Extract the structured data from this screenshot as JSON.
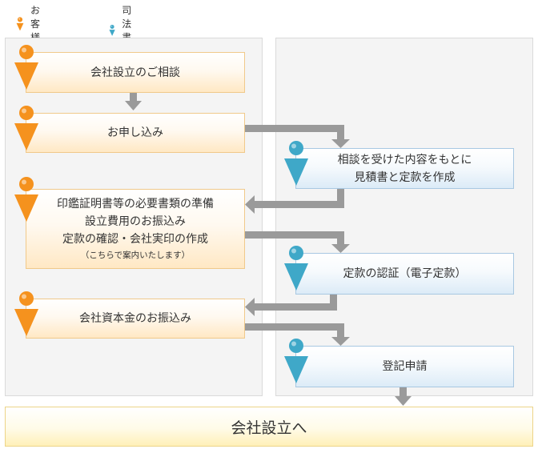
{
  "legend": {
    "client": "お客様",
    "scrivener": "司法書士"
  },
  "colors": {
    "client": "#f5921e",
    "scrivener": "#3fa8c8",
    "arrow": "#9a9a9a"
  },
  "steps": [
    {
      "role": "client",
      "lines": [
        "会社設立のご相談"
      ]
    },
    {
      "role": "client",
      "lines": [
        "お申し込み"
      ]
    },
    {
      "role": "scrivener",
      "lines": [
        "相談を受けた内容をもとに",
        "見積書と定款を作成"
      ]
    },
    {
      "role": "client",
      "lines": [
        "印鑑証明書等の必要書類の準備",
        "設立費用のお振込み",
        "定款の確認・会社実印の作成"
      ],
      "note": "（こちらで案内いたします）"
    },
    {
      "role": "scrivener",
      "lines": [
        "定款の認証（電子定款）"
      ]
    },
    {
      "role": "client",
      "lines": [
        "会社資本金のお振込み"
      ]
    },
    {
      "role": "scrivener",
      "lines": [
        "登記申請"
      ]
    }
  ],
  "final": "会社設立へ"
}
